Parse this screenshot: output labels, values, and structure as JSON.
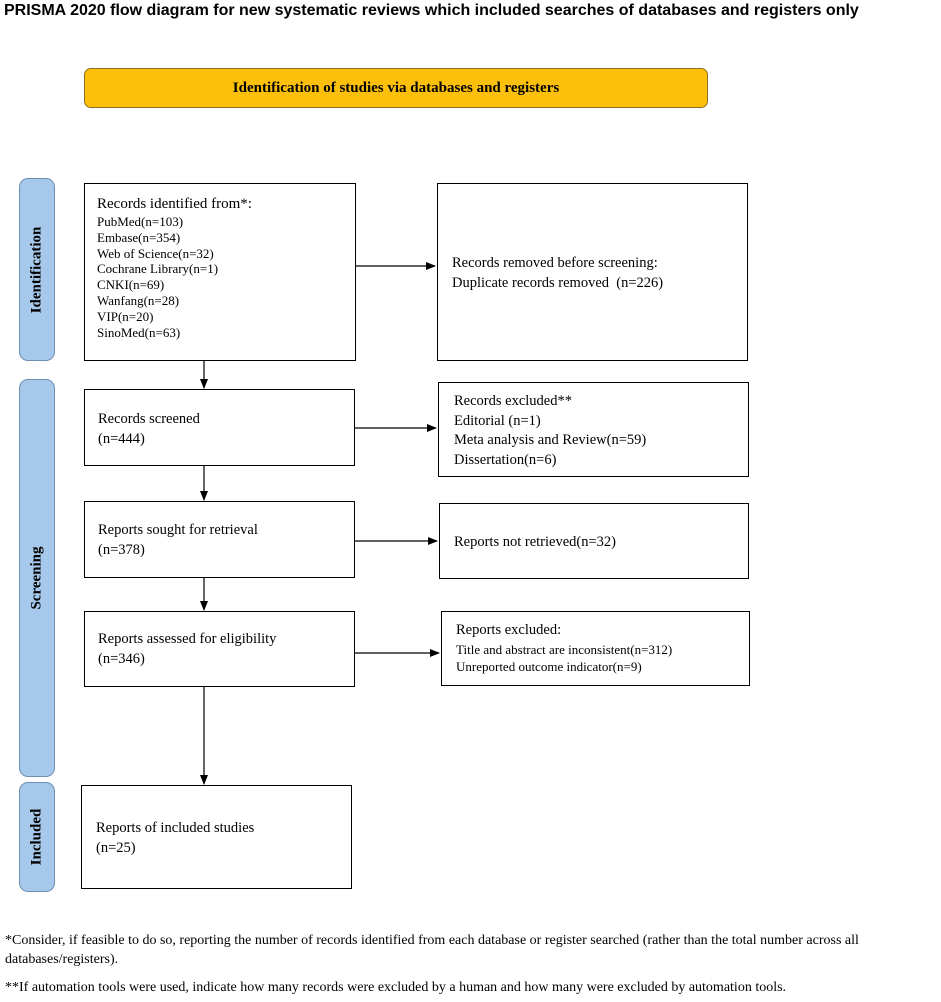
{
  "title": "PRISMA 2020 flow diagram for new systematic reviews which included searches of databases and registers only",
  "banner": "Identification of studies via databases and registers",
  "phases": {
    "identification": "Identification",
    "screening": "Screening",
    "included": "Included"
  },
  "boxes": {
    "identified": {
      "heading": "Records identified from*:",
      "sources": [
        "PubMed(n=103)",
        "Embase(n=354)",
        "Web of Science(n=32)",
        "Cochrane Library(n=1)",
        "CNKI(n=69)",
        "Wanfang(n=28)",
        "VIP(n=20)",
        "SinoMed(n=63)"
      ]
    },
    "removed": {
      "line1": "Records removed before screening:",
      "line2": "Duplicate records removed  (n=226)"
    },
    "screened": {
      "line1": "Records screened",
      "line2": "(n=444)"
    },
    "excluded_records": {
      "heading": "Records excluded**",
      "items": [
        "Editorial (n=1)",
        "Meta analysis and Review(n=59)",
        "Dissertation(n=6)"
      ]
    },
    "sought": {
      "line1": "Reports sought for retrieval",
      "line2": "(n=378)"
    },
    "not_retrieved": {
      "line1": "Reports not retrieved(n=32)"
    },
    "assessed": {
      "line1": "Reports assessed for eligibility",
      "line2": "(n=346)"
    },
    "reports_excluded": {
      "heading": "Reports excluded:",
      "items": [
        "Title and abstract are inconsistent(n=312)",
        "Unreported outcome indicator(n=9)"
      ]
    },
    "included": {
      "line1": "Reports of included studies",
      "line2": "(n=25)"
    }
  },
  "footnotes": {
    "note1": "*Consider, if feasible to do so, reporting the number of records identified from each database or register searched (rather than the total number across all databases/registers).",
    "note2": "**If automation tools were used, indicate how many records were excluded by a human and how many were excluded by automation tools."
  }
}
